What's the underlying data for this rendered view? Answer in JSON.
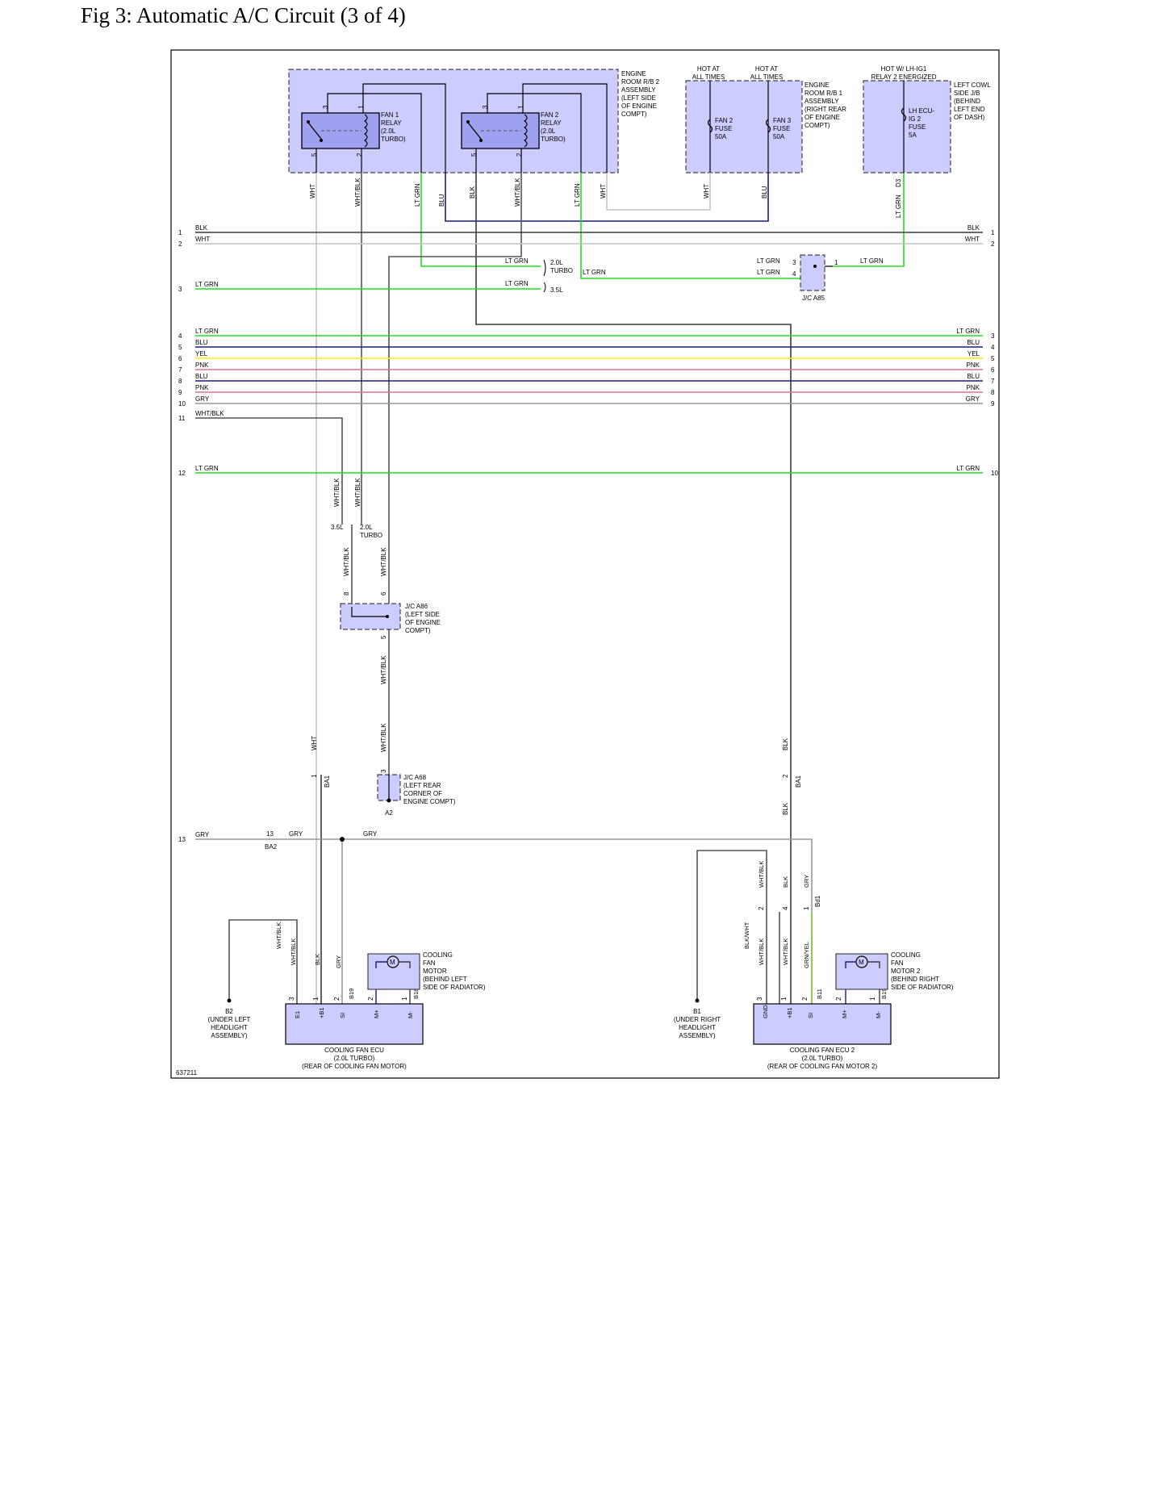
{
  "title": "Fig 3: Automatic A/C Circuit (3 of 4)",
  "figure_id": "637211",
  "colors": {
    "BLK": "#3a3a3a",
    "WHT": "#c4c4c4",
    "LT GRN": "#22dd22",
    "BLU": "#1a1a8c",
    "YEL": "#ffee00",
    "PNK": "#e07090",
    "GRY": "#999999",
    "WHT/BLK": "#555555",
    "GRN/YEL": "#88cc22",
    "box_fill": "#ccccff",
    "relay_fill": "#a0a0f0"
  },
  "components": {
    "rb2": {
      "label": "ENGINE\nROOM R/B 2\nASSEMBLY\n(LEFT SIDE\nOF ENGINE\nCOMPT)"
    },
    "fan1_relay": {
      "label": "FAN 1\nRELAY\n(2.0L\nTURBO)"
    },
    "fan2_relay": {
      "label": "FAN 2\nRELAY\n(2.0L\nTURBO)"
    },
    "rb1": {
      "label": "ENGINE\nROOM R/B 1\nASSEMBLY\n(RIGHT REAR\nOF ENGINE\nCOMPT)"
    },
    "hot1": "HOT AT\nALL TIMES",
    "hot2": "HOT AT\nALL TIMES",
    "fan2_fuse": "FAN 2\nFUSE\n50A",
    "fan3_fuse": "FAN 3\nFUSE\n50A",
    "hot3": "HOT W/ LH-IG1\nRELAY 2 ENERGIZED",
    "cowl": {
      "label": "LEFT COWL\nSIDE J/B\n(BEHIND\nLEFT END\nOF DASH)"
    },
    "lh_ecu_fuse": "LH ECU-\nIG 2\nFUSE\n5A",
    "jc_a85": "J/C A85",
    "jc_a86": "J/C A86\n(LEFT SIDE\nOF ENGINE\nCOMPT)",
    "jc_a68": "J/C A68\n(LEFT REAR\nCORNER OF\nENGINE COMPT)",
    "a2": "A2",
    "b2": "B2\n(UNDER LEFT\nHEADLIGHT\nASSEMBLY)",
    "b1": "B1\n(UNDER RIGHT\nHEADLIGHT\nASSEMBLY)",
    "motor1": "COOLING\nFAN\nMOTOR\n(BEHIND LEFT\nSIDE OF RADIATOR)",
    "motor2": "COOLING\nFAN\nMOTOR 2\n(BEHIND RIGHT\nSIDE OF RADIATOR)",
    "ecu1": "COOLING FAN ECU\n(2.0L TURBO)\n(REAR OF COOLING FAN MOTOR)",
    "ecu2": "COOLING FAN ECU 2\n(2.0L TURBO)\n(REAR OF COOLING FAN MOTOR 2)",
    "motor_symbol": "M"
  },
  "bus_left": [
    {
      "n": "1",
      "wire": "BLK"
    },
    {
      "n": "2",
      "wire": "WHT"
    },
    {
      "n": "3",
      "wire": "LT GRN"
    },
    {
      "n": "4",
      "wire": "LT GRN"
    },
    {
      "n": "5",
      "wire": "BLU"
    },
    {
      "n": "6",
      "wire": "YEL"
    },
    {
      "n": "7",
      "wire": "PNK"
    },
    {
      "n": "8",
      "wire": "BLU"
    },
    {
      "n": "9",
      "wire": "PNK"
    },
    {
      "n": "10",
      "wire": "GRY"
    },
    {
      "n": "11",
      "wire": "WHT/BLK"
    },
    {
      "n": "12",
      "wire": "LT GRN"
    },
    {
      "n": "13",
      "wire": "GRY"
    }
  ],
  "bus_right": [
    {
      "n": "1",
      "wire": "BLK"
    },
    {
      "n": "2",
      "wire": "WHT"
    },
    {
      "n": "3",
      "wire": "LT GRN"
    },
    {
      "n": "4",
      "wire": "BLU"
    },
    {
      "n": "5",
      "wire": "YEL"
    },
    {
      "n": "6",
      "wire": "PNK"
    },
    {
      "n": "7",
      "wire": "BLU"
    },
    {
      "n": "8",
      "wire": "PNK"
    },
    {
      "n": "9",
      "wire": "GRY"
    },
    {
      "n": "10",
      "wire": "LT GRN"
    }
  ],
  "variants": {
    "v20": "2.0L\nTURBO",
    "v35": "3.5L"
  },
  "a85_pins": {
    "p3": "3",
    "p4": "4",
    "p1": "1"
  },
  "relay_pins": {
    "p3": "3",
    "p1": "1",
    "p5": "5",
    "p2": "2"
  },
  "rb_drop_labels": [
    "WHT",
    "WHT/BLK",
    "LT GRN",
    "BLU",
    "BLK",
    "WHT/BLK",
    "LT GRN",
    "WHT",
    "WHT",
    "BLU",
    "LT GRN"
  ],
  "d3": "D3",
  "mid_labels": {
    "l1": "WHT/BLK",
    "l2": "WHT/BLK",
    "l3": "WHT/BLK",
    "l4": "WHT/BLK",
    "l5": "WHT/BLK",
    "l6": "WHT/BLK",
    "wht": "WHT",
    "blk": "BLK",
    "blk2": "BLK",
    "p8": "8",
    "p6": "6",
    "p5": "5",
    "p3": "3",
    "p1": "1",
    "p2": "2",
    "ba1": "BA1",
    "ba1b": "BA1",
    "ba2": "BA2",
    "p13": "13",
    "gry1": "GRY",
    "gry2": "GRY"
  },
  "ecu1_pins": {
    "names": [
      "E1",
      "+B1",
      "SI",
      "M+",
      "M-"
    ],
    "nums": [
      "3",
      "1",
      "2",
      "2",
      "1"
    ],
    "wires": [
      "WHT/BLK",
      "WHT/BLK",
      "BLK",
      "GRY",
      "BLU",
      "BLK"
    ],
    "conn": [
      "B19",
      "B18"
    ]
  },
  "ecu2_pins": {
    "names": [
      "GND",
      "+B1",
      "SI",
      "M+",
      "M-"
    ],
    "nums": [
      "3",
      "1",
      "2",
      "2",
      "1"
    ],
    "wires": [
      "WHT/BLK",
      "BLK/WHT",
      "WHT/BLK",
      "GRN/YEL",
      "BLU",
      "BLK"
    ],
    "conn": [
      "B11",
      "B19"
    ],
    "bd1": "Bd1",
    "bd1_pins": [
      "2",
      "4",
      "1"
    ],
    "bd1_wires": [
      "WHT/BLK",
      "BLK",
      "GRY"
    ]
  }
}
